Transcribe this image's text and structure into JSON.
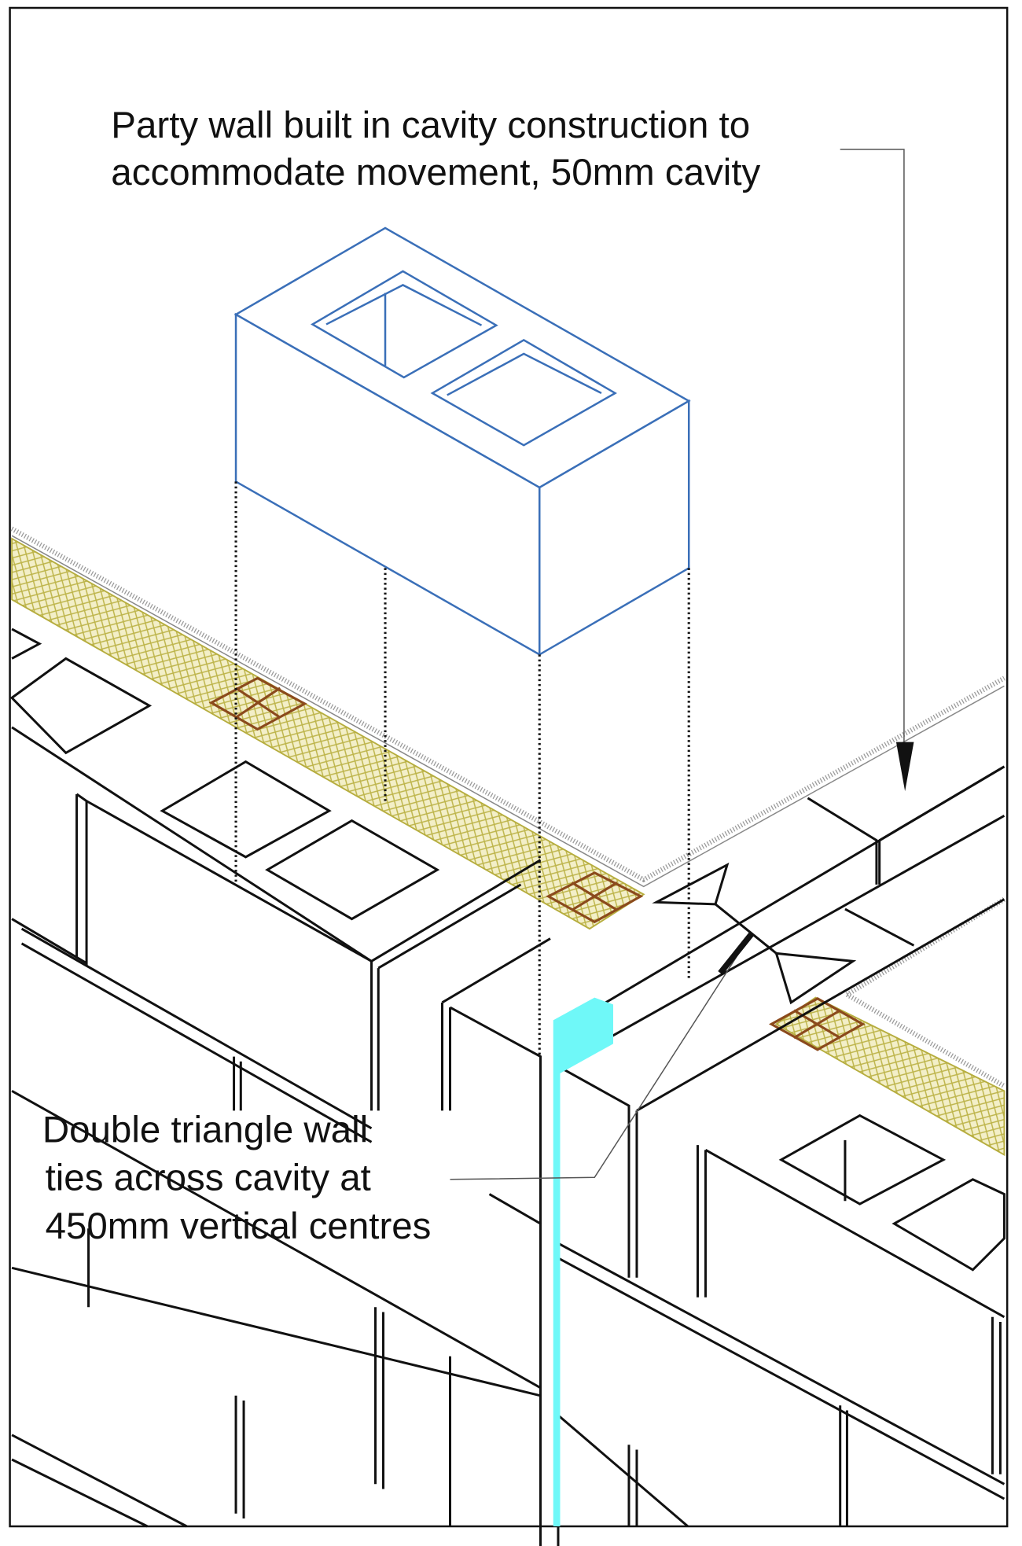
{
  "labels": {
    "party_wall": [
      "Party wall built in cavity construction to",
      "accommodate movement, 50mm cavity"
    ],
    "wall_ties": [
      "Double triangle wall",
      "ties across cavity at",
      "450mm vertical centres"
    ]
  },
  "colors": {
    "block_outline": "#3a6fb8",
    "insulation": "#c8c060",
    "tie_cross": "#8b4a1c",
    "cavity_strip": "#6ff8f8",
    "mortar": "#999999"
  }
}
